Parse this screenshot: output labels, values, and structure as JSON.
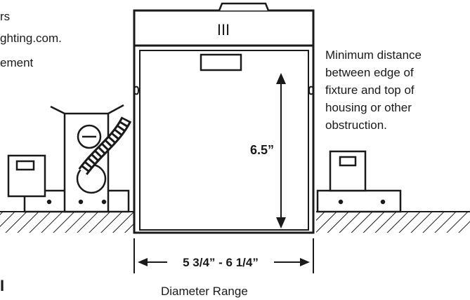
{
  "left_text": {
    "line1": "rs",
    "line2": "ghting.com.",
    "line3": "ement"
  },
  "right_note": {
    "lines": [
      "Minimum distance",
      "between edge of",
      "fixture and top of",
      "housing or other",
      "obstruction."
    ]
  },
  "housing": {
    "label": "III"
  },
  "dimensions": {
    "height": "6.5”",
    "diameter": "5 3/4” - 6 1/4”",
    "diameter_caption": "Diameter Range"
  },
  "bottom_fragment": "I"
}
